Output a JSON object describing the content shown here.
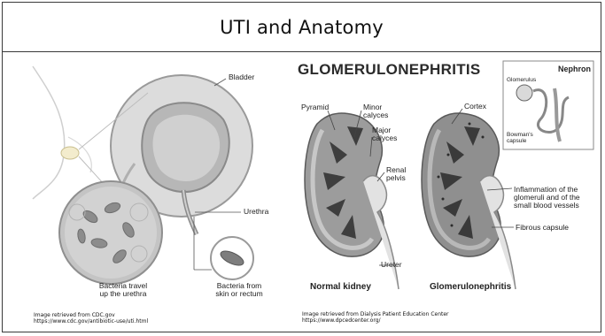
{
  "slide": {
    "title": "UTI and Anatomy"
  },
  "left_figure": {
    "labels": {
      "bladder": "Bladder",
      "urethra": "Urethra",
      "bacteria_travel": "Bacteria travel\nup the urethra",
      "bacteria_from": "Bacteria from\nskin or rectum"
    },
    "caption_line1": "Image retrieved from CDC.gov",
    "caption_line2": "https://www.cdc.gov/antibiotic-use/uti.html"
  },
  "right_figure": {
    "heading": "GLOMERULONEPHRITIS",
    "labels": {
      "pyramid": "Pyramid",
      "minor_calyces": "Minor\ncalyces",
      "major_calyces": "Major\ncalyces",
      "renal_pelvis": "Renal\npelvis",
      "ureter": "Ureter",
      "cortex": "Cortex",
      "inflammation": "Inflammation of the\nglomeruli and of the\nsmall blood vessels",
      "fibrous_capsule": "Fibrous capsule",
      "nephron": "Nephron",
      "glomerulus": "Glomerulus",
      "bowmans_capsule": "Bowman's\ncapsule"
    },
    "kidney_titles": {
      "normal": "Normal kidney",
      "affected": "Glomerulonephritis"
    },
    "caption_line1": "Image retrieved from Dialysis Patient Education Center",
    "caption_line2": "https://www.dpcedcenter.org/"
  }
}
